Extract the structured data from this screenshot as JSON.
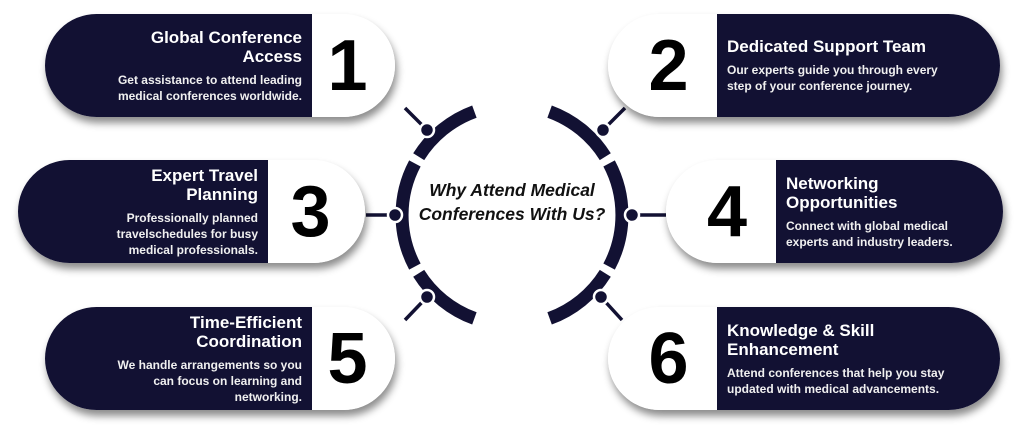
{
  "center_title": "Why Attend Medical Conferences With Us?",
  "colors": {
    "navy": "#121133",
    "white": "#ffffff"
  },
  "items": [
    {
      "number": "1",
      "title": "Global Conference Access",
      "description": "Get assistance to attend leading medical conferences worldwide."
    },
    {
      "number": "2",
      "title": "Dedicated Support Team",
      "description": "Our experts guide you through every step of your conference journey."
    },
    {
      "number": "3",
      "title": "Expert Travel Planning",
      "description": "Professionally planned travelschedules for busy medical professionals."
    },
    {
      "number": "4",
      "title": "Networking Opportunities",
      "description": "Connect with global medical experts and industry leaders."
    },
    {
      "number": "5",
      "title": "Time-Efficient Coordination",
      "description": "We handle arrangements so you can focus on learning and networking."
    },
    {
      "number": "6",
      "title": "Knowledge & Skill Enhancement",
      "description": "Attend conferences that help you stay updated with medical advancements."
    }
  ]
}
